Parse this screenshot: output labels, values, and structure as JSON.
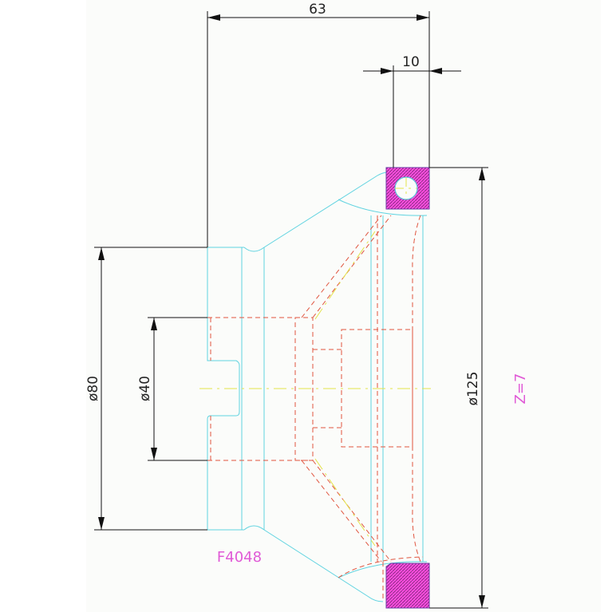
{
  "drawing": {
    "dimensions": {
      "width_overall": "63",
      "flange_width": "10",
      "hub_diameter": "ø80",
      "bore_diameter": "ø40",
      "tip_diameter": "ø125"
    },
    "labels": {
      "part_number": "F4048",
      "teeth": "Z=7"
    },
    "colors": {
      "outline": "#5fd3e0",
      "hidden": "#e0553f",
      "center": "#e3e34a",
      "dimension": "#111111",
      "section": "#d63fd0",
      "label": "#e05ad6",
      "background": "#fbfcfa"
    }
  }
}
